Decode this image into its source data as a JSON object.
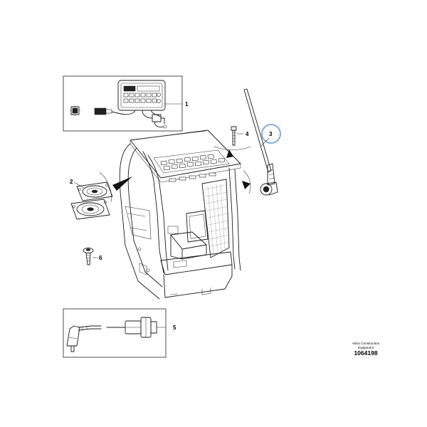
{
  "callouts": {
    "c1": "1",
    "c2": "2",
    "c3": "3",
    "c4": "4",
    "c5": "5",
    "c6": "6"
  },
  "brand": {
    "line1": "Volvo Construction",
    "line2": "Equipment",
    "document_number": "1064198"
  },
  "highlight_color": "#7ea6d8"
}
